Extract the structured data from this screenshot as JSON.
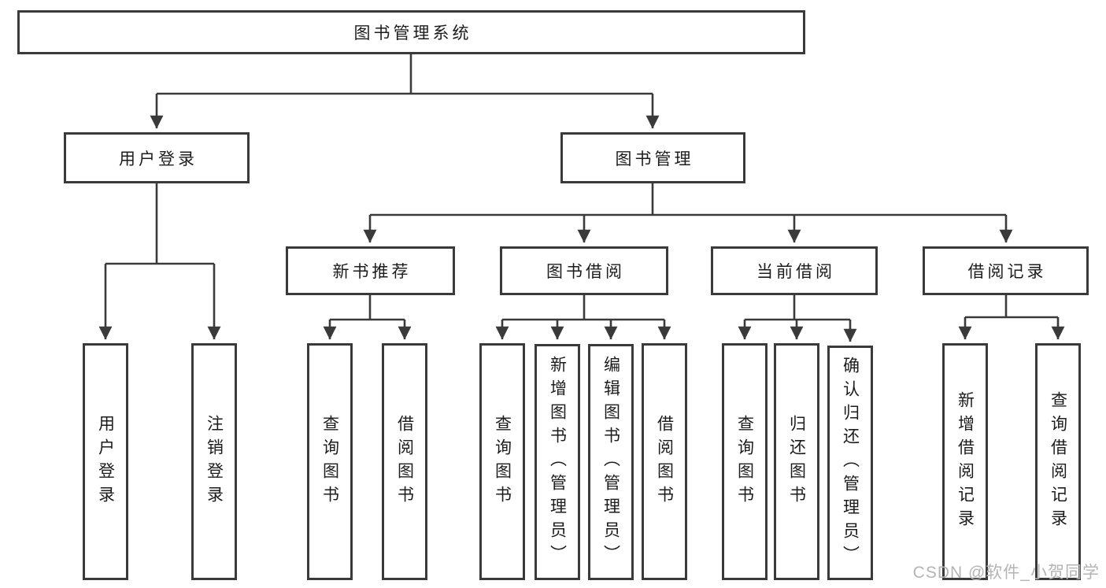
{
  "colors": {
    "line": "#3a3a3a",
    "border": "#3a3a3a",
    "text": "#1c1c1c",
    "background": "#ffffff",
    "watermark": "#b4b4b4"
  },
  "tree": {
    "label": "图书管理系统",
    "children": [
      {
        "label": "用户登录",
        "children": [
          {
            "label": "用户登录"
          },
          {
            "label": "注销登录"
          }
        ]
      },
      {
        "label": "图书管理",
        "children": [
          {
            "label": "新书推荐",
            "children": [
              {
                "label": "查询图书"
              },
              {
                "label": "借阅图书"
              }
            ]
          },
          {
            "label": "图书借阅",
            "children": [
              {
                "label": "查询图书"
              },
              {
                "label": "新增图书（管理员）"
              },
              {
                "label": "编辑图书（管理员）"
              },
              {
                "label": "借阅图书"
              }
            ]
          },
          {
            "label": "当前借阅",
            "children": [
              {
                "label": "查询图书"
              },
              {
                "label": "归还图书"
              },
              {
                "label": "确认归还（管理员）"
              }
            ]
          },
          {
            "label": "借阅记录",
            "children": [
              {
                "label": "新增借阅记录"
              },
              {
                "label": "查询借阅记录"
              }
            ]
          }
        ]
      }
    ]
  },
  "watermark": {
    "text": "CSDN @软件_小贺同学"
  }
}
